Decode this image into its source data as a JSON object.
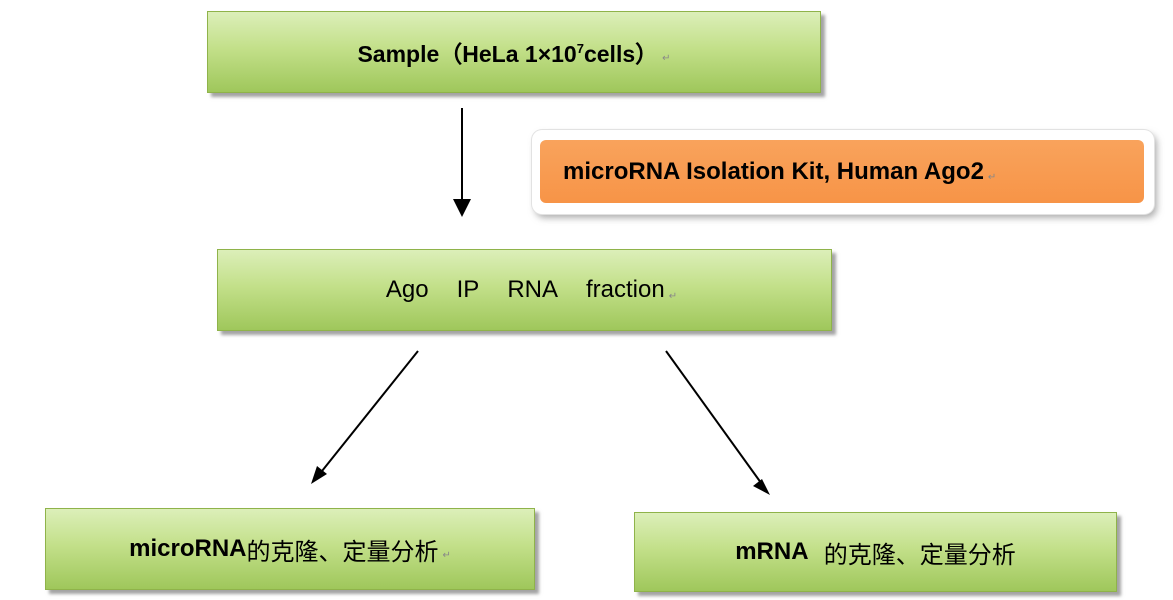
{
  "sample_box": {
    "prefix": "Sample（HeLa 1×10",
    "superscript": "7",
    "suffix": " cells）"
  },
  "kit_box": {
    "label": "microRNA Isolation Kit, Human Ago2"
  },
  "ago_box": {
    "words": [
      "Ago",
      "IP",
      "RNA",
      "fraction"
    ]
  },
  "mirna_box": {
    "label_bold": "microRNA",
    "label_cn": " 的克隆、定量分析"
  },
  "mrna_box": {
    "label_bold": "mRNA",
    "label_cn": "  的克隆、定量分析"
  },
  "paragraph_mark": "↵",
  "colors": {
    "green_box": "#c3e08a",
    "orange_box": "#f79447",
    "arrow": "#000000"
  }
}
